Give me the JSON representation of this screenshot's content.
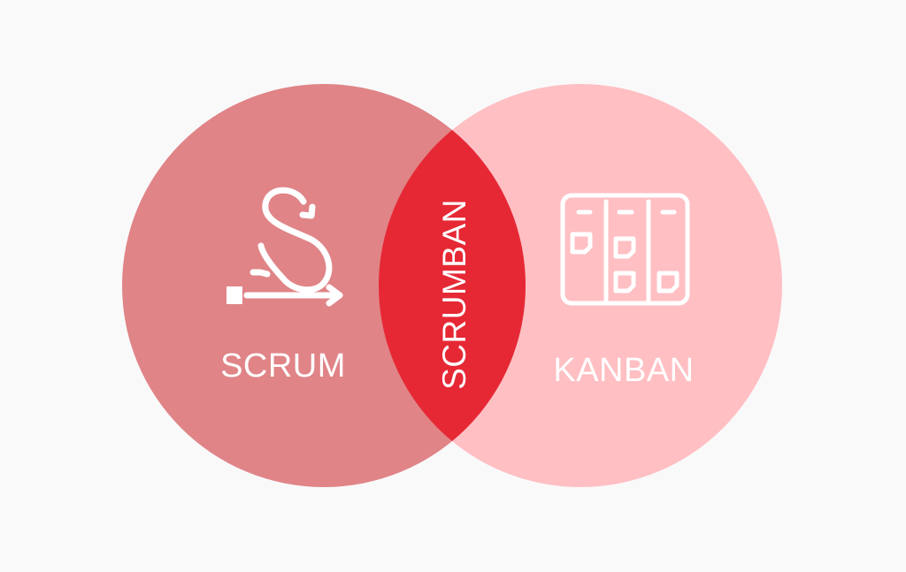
{
  "diagram": {
    "type": "venn",
    "left_set": {
      "label": "SCRUM",
      "icon": "scrum-cycle-icon",
      "color": "#e08487"
    },
    "right_set": {
      "label": "KANBAN",
      "icon": "kanban-board-icon",
      "color": "#ffbfc3"
    },
    "intersection": {
      "label": "SCRUMBAN",
      "color": "#e62835"
    },
    "icon_color": "#ffffff",
    "background": "#f9f9fa"
  }
}
